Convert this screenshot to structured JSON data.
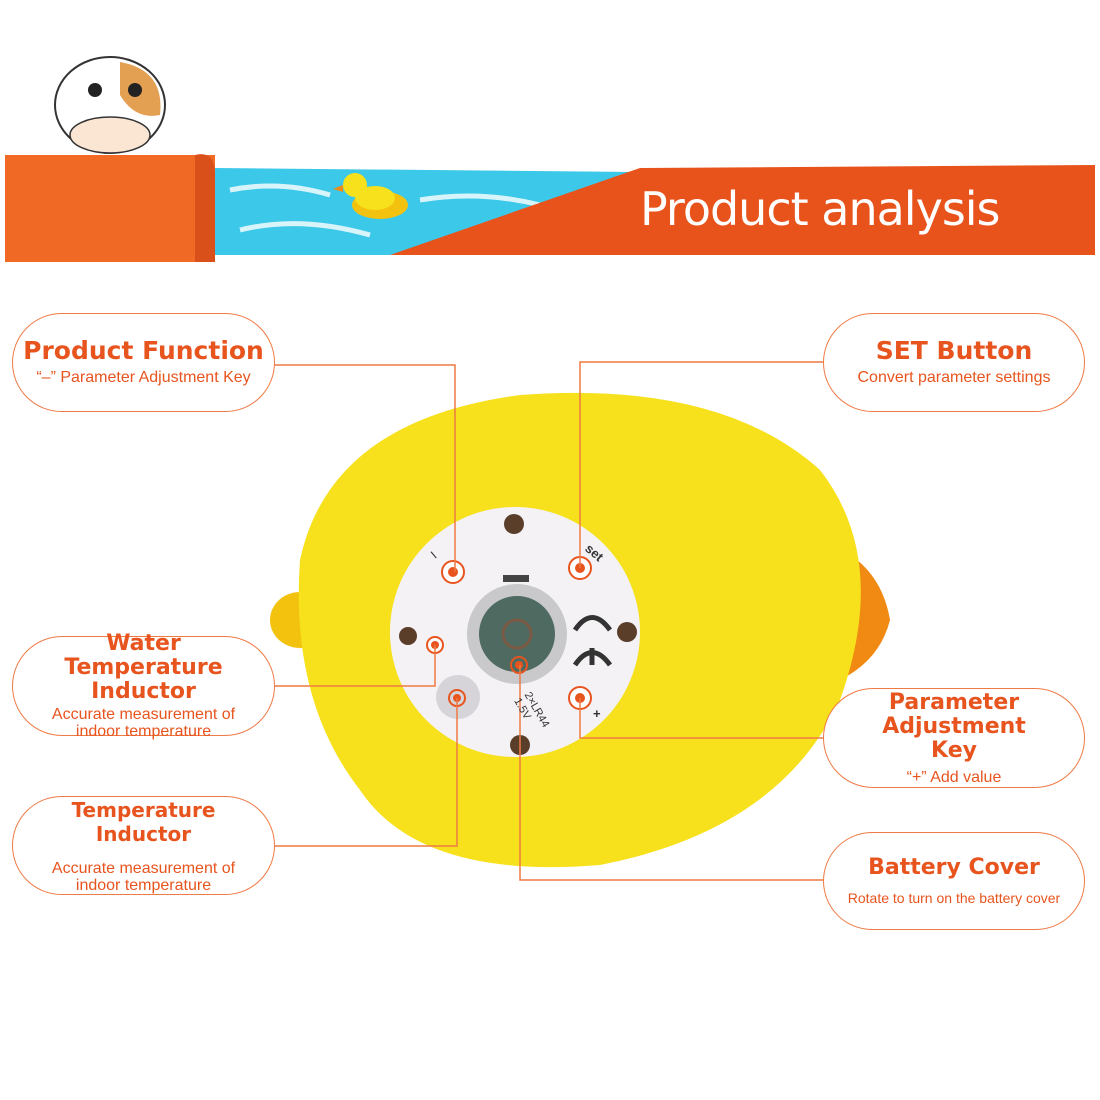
{
  "banner": {
    "title": "Product analysis"
  },
  "colors": {
    "accent": "#e8541e",
    "water": "#3cc8e8",
    "duck_yellow": "#f7e01c",
    "tail_orange": "#f08a12"
  },
  "device": {
    "minus_mark": "I",
    "set_mark": "set",
    "plus_mark": "+",
    "battery_text_1": "2×LR44",
    "battery_text_2": "1.5V"
  },
  "callouts": [
    {
      "title": "Product Function",
      "subtitle": "“–”  Parameter Adjustment Key"
    },
    {
      "title": "SET Button",
      "subtitle": "Convert parameter settings"
    },
    {
      "title": "Water Temperature Inductor",
      "subtitle": "Accurate measurement of indoor temperature"
    },
    {
      "title": "Parameter Adjustment Key",
      "subtitle": "“+”  Add value"
    },
    {
      "title": "Temperature Inductor",
      "subtitle": "Accurate measurement of indoor temperature"
    },
    {
      "title": "Battery Cover",
      "subtitle": "Rotate to turn on the battery cover"
    }
  ]
}
